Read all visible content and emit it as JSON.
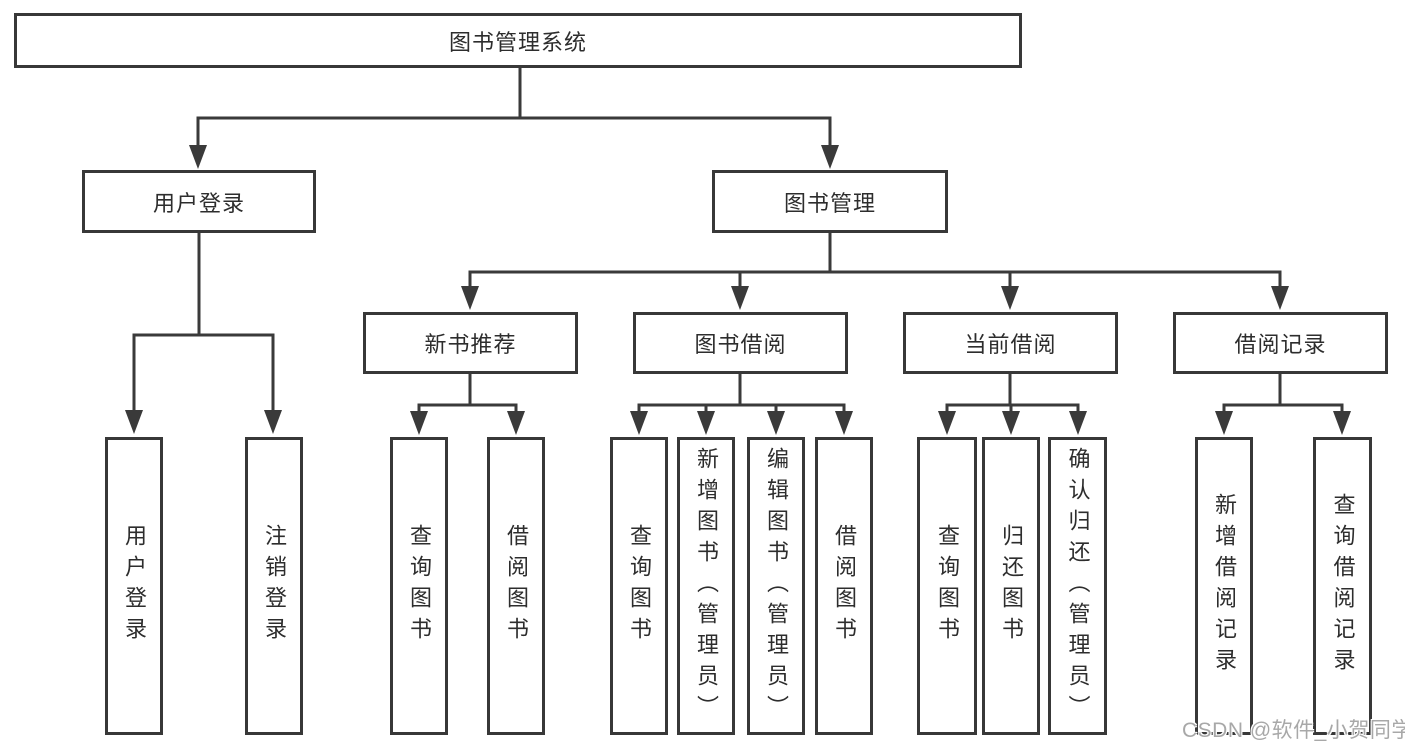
{
  "diagram_type": "hierarchy-tree",
  "colors": {
    "background": "#ffffff",
    "line": "#3a3a3a",
    "box_border": "#383838",
    "box_fill": "#ffffff",
    "text": "#2d2d2d",
    "watermark": "#a8a8a8"
  },
  "tree": {
    "root": {
      "label": "图书管理系统"
    },
    "children": [
      {
        "label": "用户登录",
        "children": [
          {
            "label": "用户登录"
          },
          {
            "label": "注销登录"
          }
        ]
      },
      {
        "label": "图书管理",
        "children": [
          {
            "label": "新书推荐",
            "children": [
              {
                "label": "查询图书"
              },
              {
                "label": "借阅图书"
              }
            ]
          },
          {
            "label": "图书借阅",
            "children": [
              {
                "label": "查询图书"
              },
              {
                "label": "新增图书（管理员）"
              },
              {
                "label": "编辑图书（管理员）"
              },
              {
                "label": "借阅图书"
              }
            ]
          },
          {
            "label": "当前借阅",
            "children": [
              {
                "label": "查询图书"
              },
              {
                "label": "归还图书"
              },
              {
                "label": "确认归还（管理员）"
              }
            ]
          },
          {
            "label": "借阅记录",
            "children": [
              {
                "label": "新增借阅记录"
              },
              {
                "label": "查询借阅记录"
              }
            ]
          }
        ]
      }
    ]
  },
  "watermark": {
    "text": "CSDN @软件_小贺同学"
  }
}
